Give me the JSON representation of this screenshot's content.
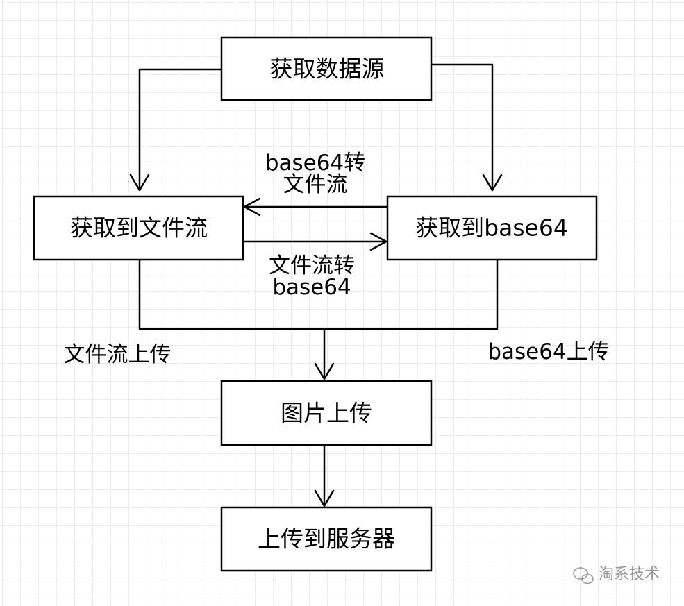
{
  "nodes": {
    "source": "获取数据源",
    "file_stream": "获取到文件流",
    "base64": "获取到base64",
    "image_upload": "图片上传",
    "upload_server": "上传到服务器"
  },
  "edge_labels": {
    "base64_to_stream_line1": "base64转",
    "base64_to_stream_line2": "文件流",
    "stream_to_base64_line1": "文件流转",
    "stream_to_base64_line2": "base64",
    "stream_upload": "文件流上传",
    "base64_upload": "base64上传"
  },
  "watermark": {
    "icon": "wechat-icon",
    "text": "淘系技术"
  },
  "colors": {
    "stroke": "#000000",
    "grid": "#ececec",
    "watermark": "#9a9a9a"
  }
}
